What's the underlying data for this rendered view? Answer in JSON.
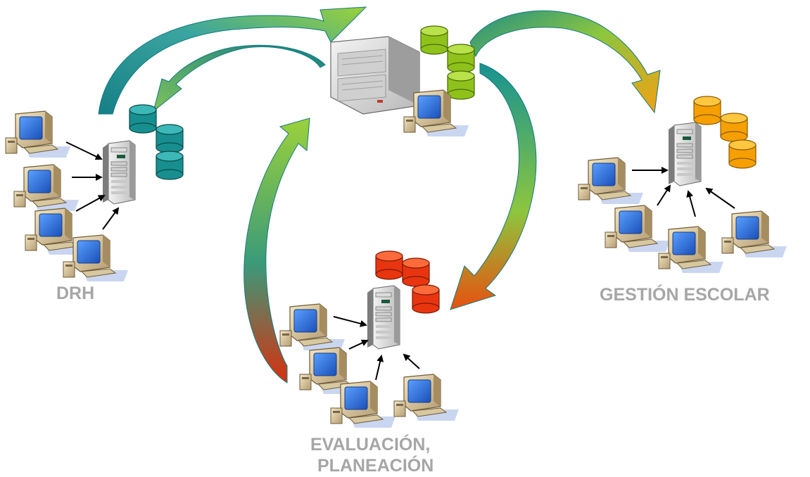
{
  "labels": {
    "drh": "DRH",
    "gestion": "GESTIÓN ESCOLAR",
    "evaluacion_line1": "EVALUACIÓN,",
    "evaluacion_line2": "PLANEACIÓN"
  },
  "colors": {
    "label": "#a6a6a6",
    "db_drh": "#178f8f",
    "db_central": "#8ec21a",
    "db_gestion": "#f5a000",
    "db_evaluacion": "#e8350f",
    "monitor_screen": "#2b6fd6",
    "arrow_teal": "#1a9a9a",
    "arrow_green": "#8cc63f",
    "arrow_orange": "#f29a00",
    "arrow_red": "#e8400f"
  },
  "icons": [
    "workstation-icon",
    "tower-server-icon",
    "mainframe-icon",
    "database-icon",
    "arrow-icon"
  ]
}
